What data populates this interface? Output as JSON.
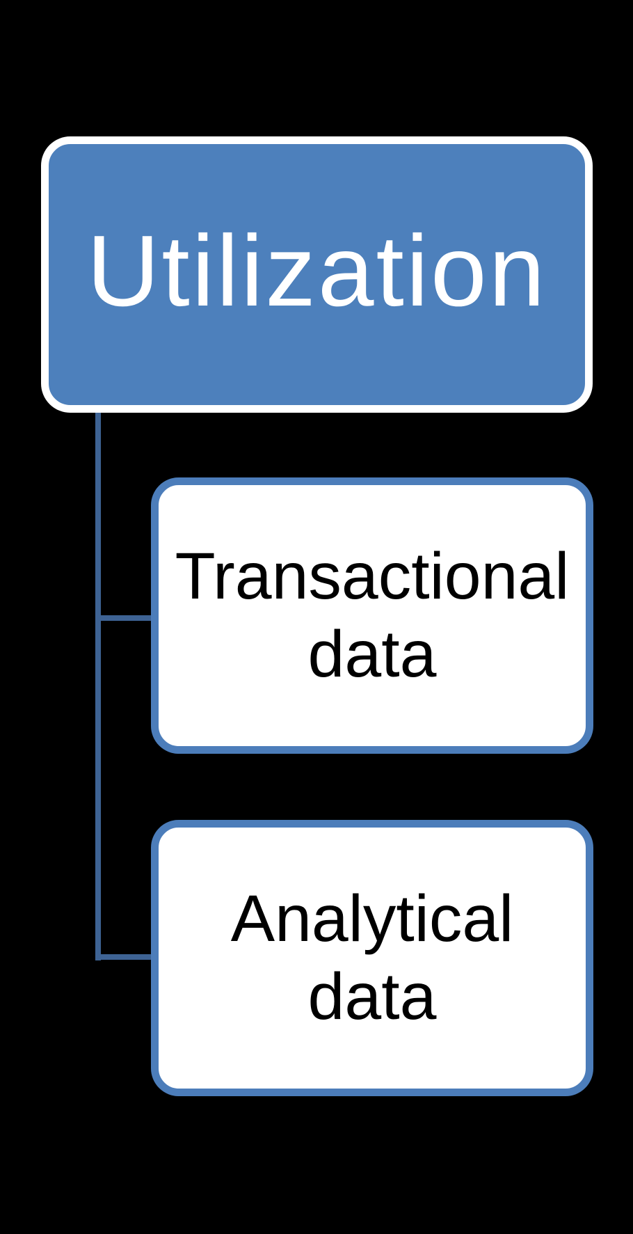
{
  "diagram": {
    "type": "hierarchy",
    "background_color": "#000000",
    "connector_color": "#3e6394",
    "root": {
      "label": "Utilization",
      "fill_color": "#4d80bc",
      "border_color": "#ffffff",
      "text_color": "#ffffff"
    },
    "children": [
      {
        "label": "Transactional data",
        "lines": [
          "Transactional",
          "data"
        ]
      },
      {
        "label": "Analytical data",
        "lines": [
          "Analytical",
          "data"
        ]
      }
    ],
    "child_fill_color": "#ffffff",
    "child_border_color": "#4c7dba",
    "child_text_color": "#000000"
  }
}
